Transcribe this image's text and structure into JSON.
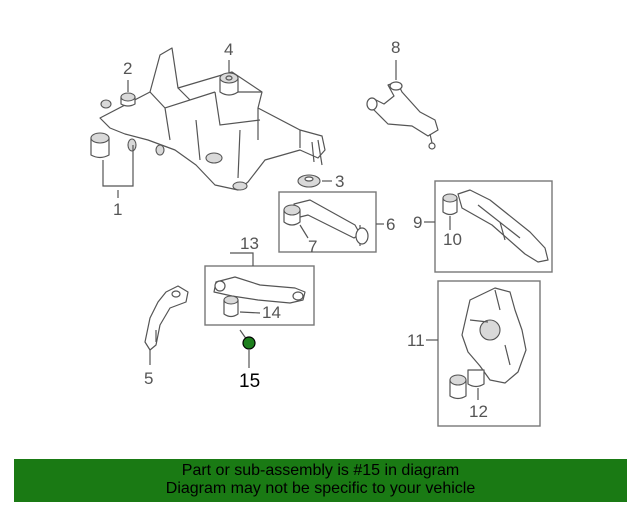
{
  "callouts": [
    "1",
    "2",
    "3",
    "4",
    "5",
    "6",
    "7",
    "8",
    "9",
    "10",
    "11",
    "12",
    "13",
    "14",
    "15"
  ],
  "banner": {
    "line1": "Part or sub-assembly is #15 in diagram",
    "line2": "Diagram may not be specific to your vehicle"
  },
  "colors": {
    "banner_bg": "#1a7a14",
    "highlight": "#1d7f1d",
    "line": "#555555"
  }
}
